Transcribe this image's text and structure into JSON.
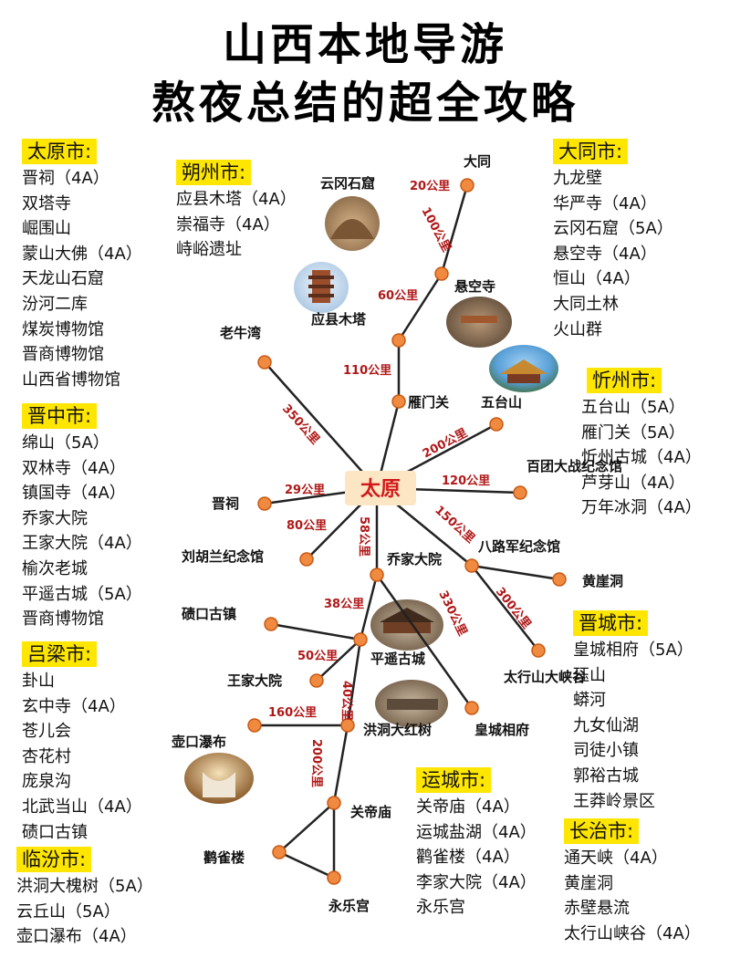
{
  "title": {
    "line1": "山西本地导游",
    "line2": "熬夜总结的超全攻略"
  },
  "colors": {
    "highlight": "#ffe600",
    "node": "#f08a40",
    "node_border": "#c85a14",
    "distance": "#b01818",
    "line": "#222222",
    "center_box": "#fde6c4",
    "center_text": "#d11a1a"
  },
  "cities": {
    "taiyuan": {
      "name": "太原市:",
      "items": [
        "晋祠（4A）",
        "双塔寺",
        "崛围山",
        "蒙山大佛（4A）",
        "天龙山石窟",
        "汾河二库",
        "煤炭博物馆",
        "晋商博物馆",
        "山西省博物馆"
      ]
    },
    "shuozhou": {
      "name": "朔州市:",
      "items": [
        "应县木塔（4A）",
        "崇福寺（4A）",
        "峙峪遗址"
      ]
    },
    "datong": {
      "name": "大同市:",
      "items": [
        "九龙壁",
        "华严寺（4A）",
        "云冈石窟（5A）",
        "悬空寺（4A）",
        "恒山（4A）",
        "大同土林",
        "火山群"
      ]
    },
    "jinzhong": {
      "name": "晋中市:",
      "items": [
        "绵山（5A）",
        "双林寺（4A）",
        "镇国寺（4A）",
        "乔家大院",
        "王家大院（4A）",
        "榆次老城",
        "平遥古城（5A）",
        "晋商博物馆"
      ]
    },
    "xinzhou": {
      "name": "忻州市:",
      "items": [
        "五台山（5A）",
        "雁门关（5A）",
        "忻州古城（4A）",
        "芦芽山（4A）",
        "万年冰洞（4A）"
      ]
    },
    "lvliang": {
      "name": "吕梁市:",
      "items": [
        "卦山",
        "玄中寺（4A）",
        "苍儿会",
        "杏花村",
        "庞泉沟",
        "北武当山（4A）",
        "碛口古镇"
      ]
    },
    "jincheng": {
      "name": "晋城市:",
      "items": [
        "皇城相府（5A）",
        "珏山",
        "蟒河",
        "九女仙湖",
        "司徒小镇",
        "郭裕古城",
        "王莽岭景区"
      ]
    },
    "yuncheng": {
      "name": "运城市:",
      "items": [
        "关帝庙（4A）",
        "运城盐湖（4A）",
        "鹳雀楼（4A）",
        "李家大院（4A）",
        "永乐宫"
      ]
    },
    "linfen": {
      "name": "临汾市:",
      "items": [
        "洪洞大槐树（5A）",
        "云丘山（5A）",
        "壶口瀑布（4A）"
      ]
    },
    "changzhi": {
      "name": "长治市:",
      "items": [
        "通天峡（4A）",
        "黄崖洞",
        "赤壁悬流",
        "太行山峡谷（4A）"
      ]
    }
  },
  "map": {
    "center": "太原",
    "places": {
      "yungang": "云冈石窟",
      "datong": "大同",
      "yingxian": "应县木塔",
      "xuankong": "悬空寺",
      "laoniuwan": "老牛湾",
      "yanmen": "雁门关",
      "wutai": "五台山",
      "baituan": "百团大战纪念馆",
      "jinci": "晋祠",
      "liuhulan": "刘胡兰纪念馆",
      "qiaojia": "乔家大院",
      "balujun": "八路军纪念馆",
      "huangyadong": "黄崖洞",
      "qikou": "碛口古镇",
      "pingyao": "平遥古城",
      "wangjia": "王家大院",
      "taihang": "太行山大峡谷",
      "huangcheng": "皇城相府",
      "hukou": "壶口瀑布",
      "hongtong": "洪洞大红树",
      "guandi": "关帝庙",
      "guanque": "鹳雀楼",
      "yongle": "永乐宫"
    },
    "distances": {
      "d20": "20公里",
      "d100": "100公里",
      "d60": "60公里",
      "d110": "110公里",
      "d350": "350公里",
      "d200a": "200公里",
      "d29": "29公里",
      "d120": "120公里",
      "d80": "80公里",
      "d58": "58公里",
      "d150": "150公里",
      "d300": "300公里",
      "d38": "38公里",
      "d330": "330公里",
      "d50": "50公里",
      "d40": "40公里",
      "d160": "160公里",
      "d200b": "200公里"
    }
  }
}
